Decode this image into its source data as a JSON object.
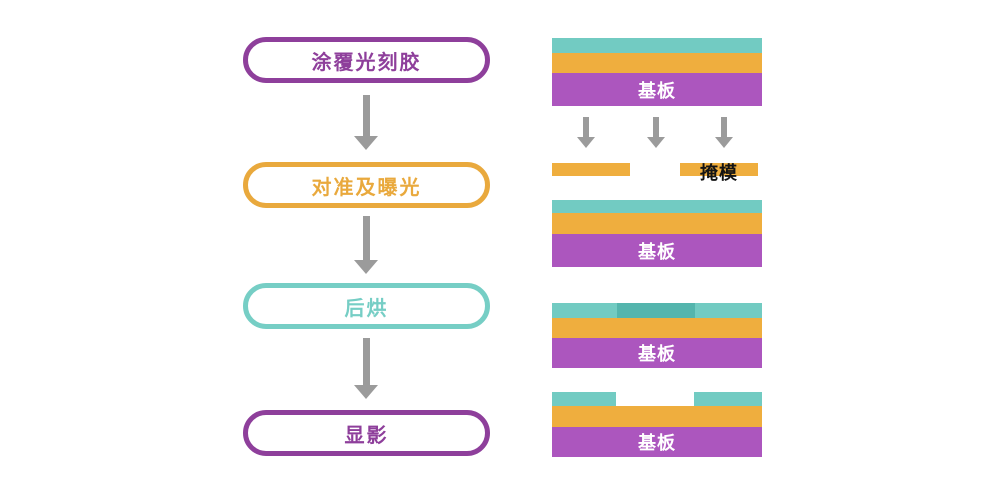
{
  "flow": {
    "steps": [
      {
        "label": "涂覆光刻胶",
        "color": "#8e3f9b"
      },
      {
        "label": "对准及曝光",
        "color": "#e9a93d"
      },
      {
        "label": "后烘",
        "color": "#76cec5"
      },
      {
        "label": "显影",
        "color": "#8e3f9b"
      }
    ],
    "connector_color": "#9b9b9b"
  },
  "cross_sections": {
    "substrate_label": "基板",
    "mask_label": "掩模",
    "layer_colors": {
      "photoresist": "#72cbc2",
      "photoresist_exposed": "#54b5ad",
      "film": "#efae3e",
      "substrate": "#ac56be",
      "mask": "#efae3e"
    },
    "background": "#ffffff"
  }
}
